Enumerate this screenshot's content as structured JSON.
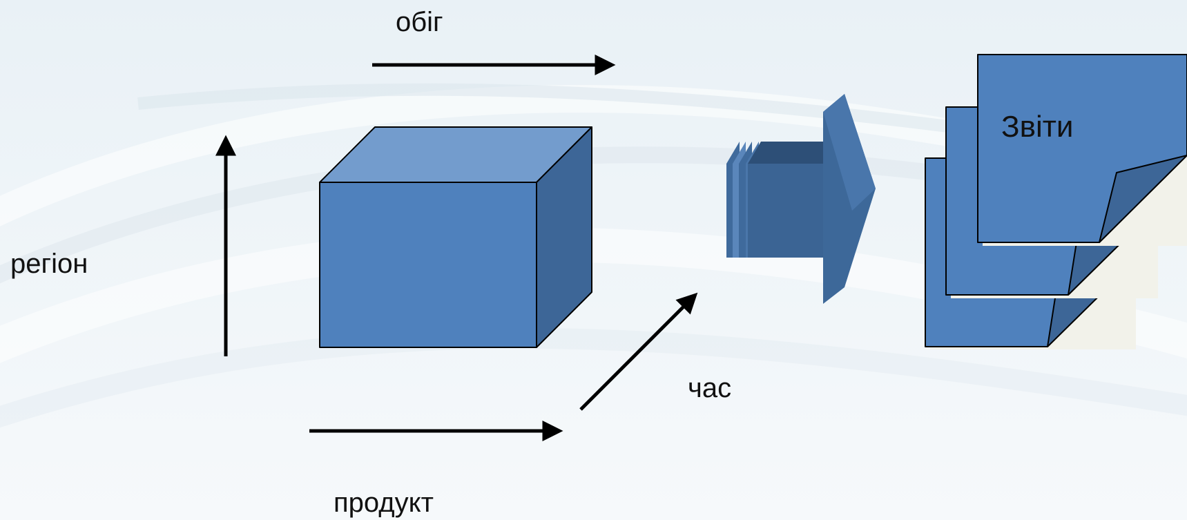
{
  "labels": {
    "turnover": "обіг",
    "region": "регіон",
    "product": "продукт",
    "time": "час",
    "reports": "Звіти"
  },
  "colors": {
    "cube_front": "#4f81bd",
    "cube_top": "#739ccd",
    "cube_side": "#3d6697",
    "arrow_dark": "#3b6494",
    "arrow_mid": "#4a76aa",
    "arrow_darkest": "#2d4f77",
    "outline": "#000000",
    "background": "#eef4f8"
  }
}
